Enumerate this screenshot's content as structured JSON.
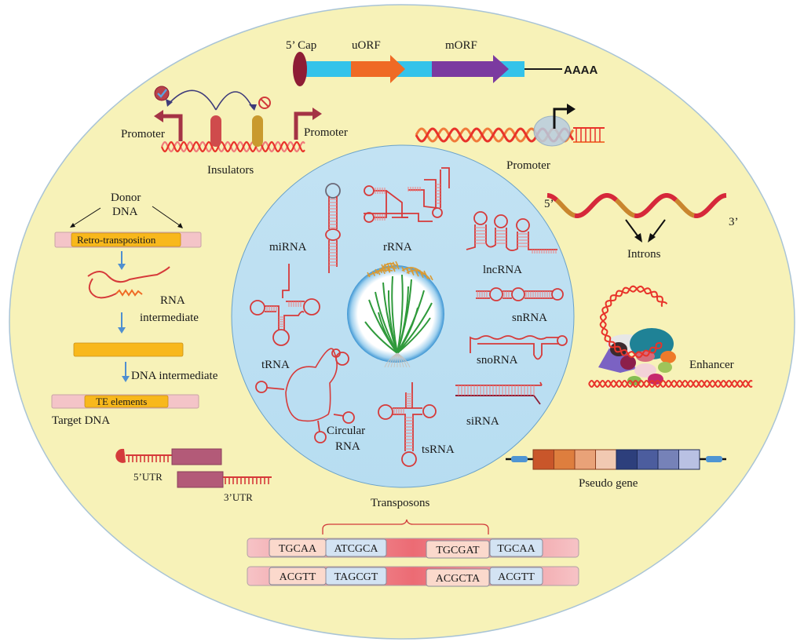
{
  "colors": {
    "outer_cell": "#f7f2b8",
    "outer_cell_edge": "#a9c4d6",
    "inner_circle": "#c7e4f2",
    "inner_circle_edge": "#6aa2c9",
    "rna_red": "#d63a3a",
    "dna_red": "#e8332a",
    "dna_orange": "#f07a3a",
    "utr_block": "#b35a78",
    "cap": "#8e1d35",
    "orf_track": "#34c3ea",
    "uorf": "#ef6a25",
    "morf": "#7b3aa0",
    "te_orange": "#f8b81c",
    "te_pink": "#f4c4c8",
    "seq_peach": "#fbd9cc",
    "seq_blue": "#d3e3f3",
    "plant_green": "#2f9a3b",
    "grain_gold": "#d99a34",
    "arrow_blue": "#4f8fd0"
  },
  "mrna": {
    "cap_label": "5’ Cap",
    "uorf_label": "uORF",
    "morf_label": "mORF",
    "polya_label": "AAAA"
  },
  "insulators": {
    "left_promoter": "Promoter",
    "right_promoter": "Promoter",
    "title": "Insulators",
    "allowed_icon": "check-circle-icon",
    "blocked_icon": "no-entry-icon"
  },
  "promoter_panel": {
    "label": "Promoter"
  },
  "introns": {
    "five_prime": "5’",
    "three_prime": "3’",
    "label": "Introns"
  },
  "enhancer": {
    "label": "Enhancer"
  },
  "pseudo_gene": {
    "label": "Pseudo gene",
    "blocks": [
      "#c9562a",
      "#de7e3e",
      "#e9a278",
      "#f1c9b2",
      "#2d3f7c",
      "#4c5d9e",
      "#7682b8",
      "#b9c1e3"
    ]
  },
  "retro": {
    "donor_label": "Donor DNA",
    "donor_line1": "Donor",
    "donor_line2": "DNA",
    "retro_label": "Retro-transposition",
    "rna_line1": "RNA",
    "rna_line2": "intermediate",
    "dna_intermediate": "DNA intermediate",
    "te_label": "TE elements",
    "target_label": "Target DNA"
  },
  "utr": {
    "five_prime": "5’UTR",
    "three_prime": "3’UTR"
  },
  "transposons": {
    "title": "Transposons",
    "top_strand": [
      "TGCAA",
      "ATCGCA",
      "TGCGAT",
      "TGCAA"
    ],
    "bottom_strand": [
      "ACGTT",
      "TAGCGT",
      "ACGCTA",
      "ACGTT"
    ]
  },
  "ncrna": {
    "mirna": "miRNA",
    "rrna": "rRNA",
    "lncrna": "lncRNA",
    "snrna": "snRNA",
    "snorna": "snoRNA",
    "sirna": "siRNA",
    "tsrna": "tsRNA",
    "circ_line1": "Circular",
    "circ_line2": "RNA",
    "trna": "tRNA"
  },
  "center": {
    "image": "rice-plant-icon"
  }
}
